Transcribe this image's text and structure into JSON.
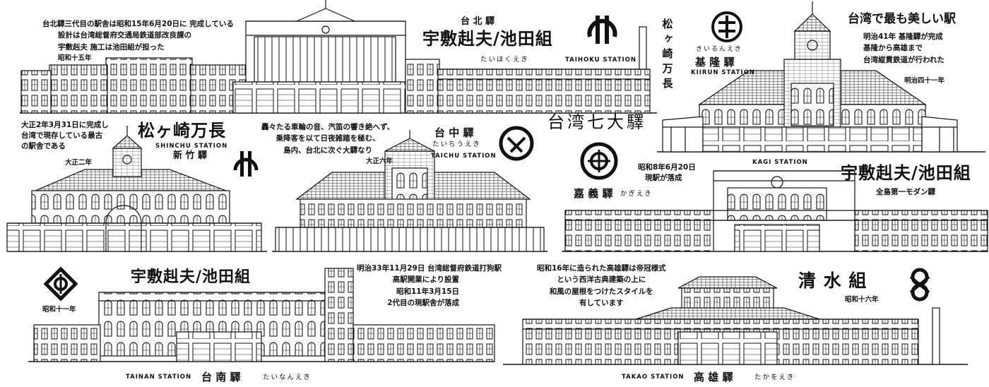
{
  "taihoku": {
    "note_lines": [
      "台北驛三代目の駅舎は昭和15年6月20日に 完成している",
      "設計は台湾総督府交通局鉄道部改良課の",
      "宇敷赳夫 施工は池田組が担った"
    ],
    "era": "昭和十五年",
    "label": "台 北 驛",
    "builder": "宇敷赳夫/池田組",
    "kana": "たいほくえき",
    "en": "TAIHOKU STATION"
  },
  "kiirun": {
    "kana": "きいるんえき",
    "label": "基 隆 驛",
    "en": "KIIRUN STATION",
    "headline": "台湾で最も美しい駅",
    "note_lines": [
      "明治41年 基隆驛が完成",
      "基隆から高雄まで",
      "台湾縦貫鉄道が行われた"
    ],
    "era": "明治四十一年"
  },
  "vertical_builder": "松ヶ崎万長",
  "center_title": "台湾七大驛",
  "shinchu": {
    "note_lines": [
      "大正2年3月31日に完成し",
      "台湾で現存している最古",
      "の駅舎である"
    ],
    "builder": "松ヶ崎万長",
    "en": "SHINCHU STATION",
    "label": "新 竹 驛",
    "era": "大正二年"
  },
  "taichu": {
    "note_lines": [
      "轟々たる車輪の音、汽笛の響き絶へず、",
      "乗降客を以て日夜雑踏を極む、",
      "島内、台北に次ぐ大驛なり"
    ],
    "label": "台 中 驛",
    "kana": "たいちうえき",
    "en": "TAICHU STATION",
    "era": "大正六年"
  },
  "kagi": {
    "en": "KAGI STATION",
    "note_lines": [
      "昭和8年6月20日",
      "現駅が落成"
    ],
    "builder": "宇敷赳夫/池田組",
    "label": "嘉 義 驛",
    "kana": "かぎえき",
    "tagline": "全島第一モダン驛"
  },
  "tainan": {
    "era": "昭和十一年",
    "builder": "宇敷赳夫/池田組",
    "note_lines": [
      "明治33年11月29日 台湾総督府鉄道打狗駅",
      "高駅開業により設置",
      "昭和11年3月15日",
      "2代目の現駅舎が落成"
    ],
    "en": "TAINAN STATION",
    "label": "台 南 驛",
    "kana": "たいなんえき"
  },
  "takao": {
    "note_lines": [
      "昭和16年に造られた高雄驛は帝冠様式",
      "という西洋古典建築の上に",
      "和風の屋根をつけたスタイルを",
      "有しています"
    ],
    "builder": "清 水 組",
    "era": "昭和十六年",
    "en": "TAKAO STATION",
    "label": "高 雄 驛",
    "kana": "たかをえき"
  }
}
